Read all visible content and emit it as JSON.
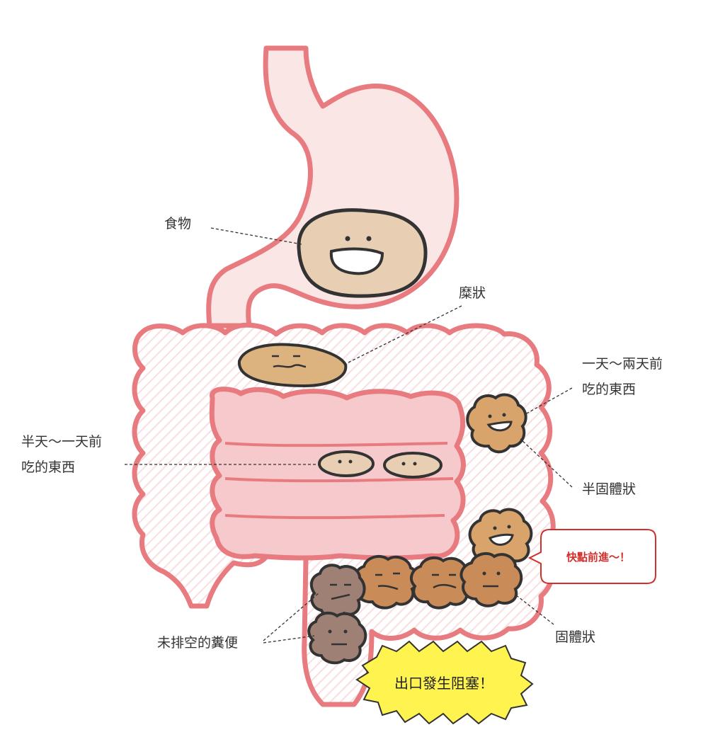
{
  "labels": {
    "food": "食物",
    "chyme": "糜狀",
    "one_two_days_line1": "一天～兩天前",
    "one_two_days_line2": "吃的東西",
    "half_one_day_line1": "半天～一天前",
    "half_one_day_line2": "吃的東西",
    "semi_solid": "半固體狀",
    "solid": "固體狀",
    "unemptied_stool": "未排空的糞便"
  },
  "bubbles": {
    "hurry": "快點前進～！",
    "blocked": "出口發生阻塞！"
  },
  "colors": {
    "organ_outline": "#e87b80",
    "stomach_fill": "#fbe6e6",
    "small_intestine_fill": "#f6c9cc",
    "food_beige": "#e8cfb3",
    "chyme_tan": "#dcb27e",
    "semi_solid_tan": "#d9a46c",
    "solid_brown": "#c98b57",
    "old_stool": "#9f8074",
    "blockage_yellow": "#fff34f",
    "bubble_red": "#d0312d"
  },
  "icons": [
    "food-face-icon",
    "chyme-face-icon",
    "stool-face-icon"
  ]
}
